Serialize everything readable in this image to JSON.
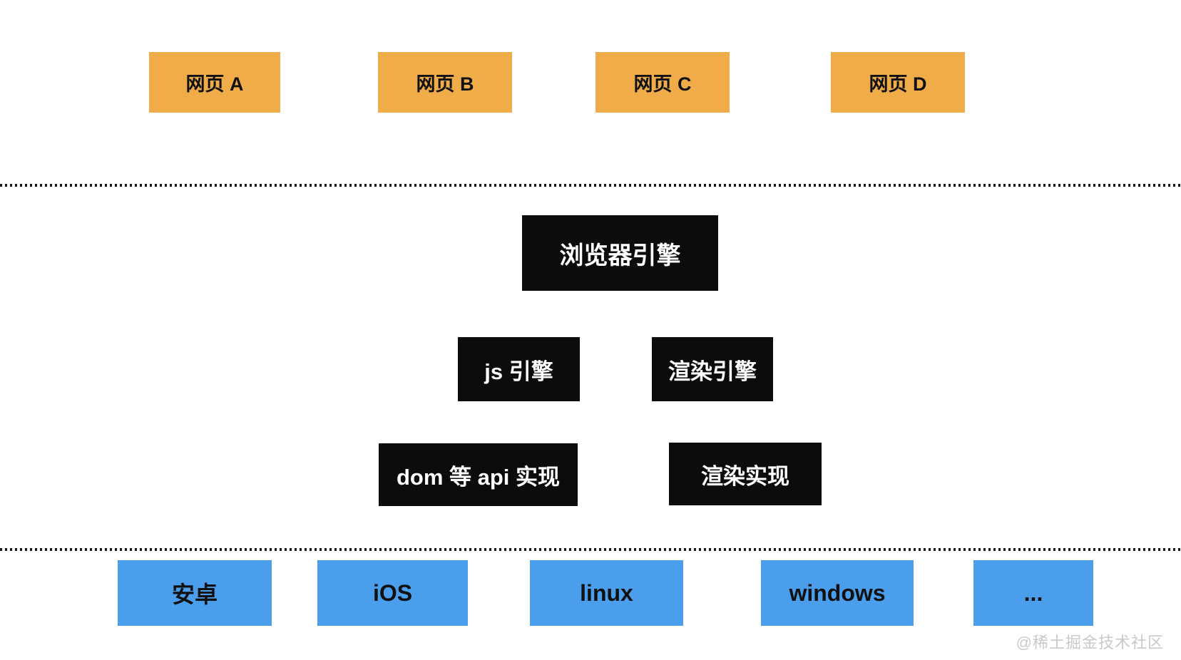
{
  "diagram": {
    "web_pages": [
      {
        "label": "网页 A"
      },
      {
        "label": "网页 B"
      },
      {
        "label": "网页 C"
      },
      {
        "label": "网页 D"
      }
    ],
    "browser_engine": {
      "label": "浏览器引擎"
    },
    "engines": [
      {
        "label": "js 引擎"
      },
      {
        "label": "渲染引擎"
      }
    ],
    "implementations": [
      {
        "label": "dom 等 api 实现"
      },
      {
        "label": "渲染实现"
      }
    ],
    "platforms": [
      {
        "label": "安卓"
      },
      {
        "label": "iOS"
      },
      {
        "label": "linux"
      },
      {
        "label": "windows"
      },
      {
        "label": "..."
      }
    ],
    "watermark": "@稀土掘金技术社区",
    "colors": {
      "webpage_fill": "#F0AC48",
      "engine_fill": "#0C0C0C",
      "engine_text": "#FFFFFF",
      "platform_fill": "#4A9EEB",
      "label_text": "#111111",
      "watermark_text": "#C9C9C9",
      "background": "#FFFFFF",
      "dotted_line": "#1A1A1A"
    }
  }
}
